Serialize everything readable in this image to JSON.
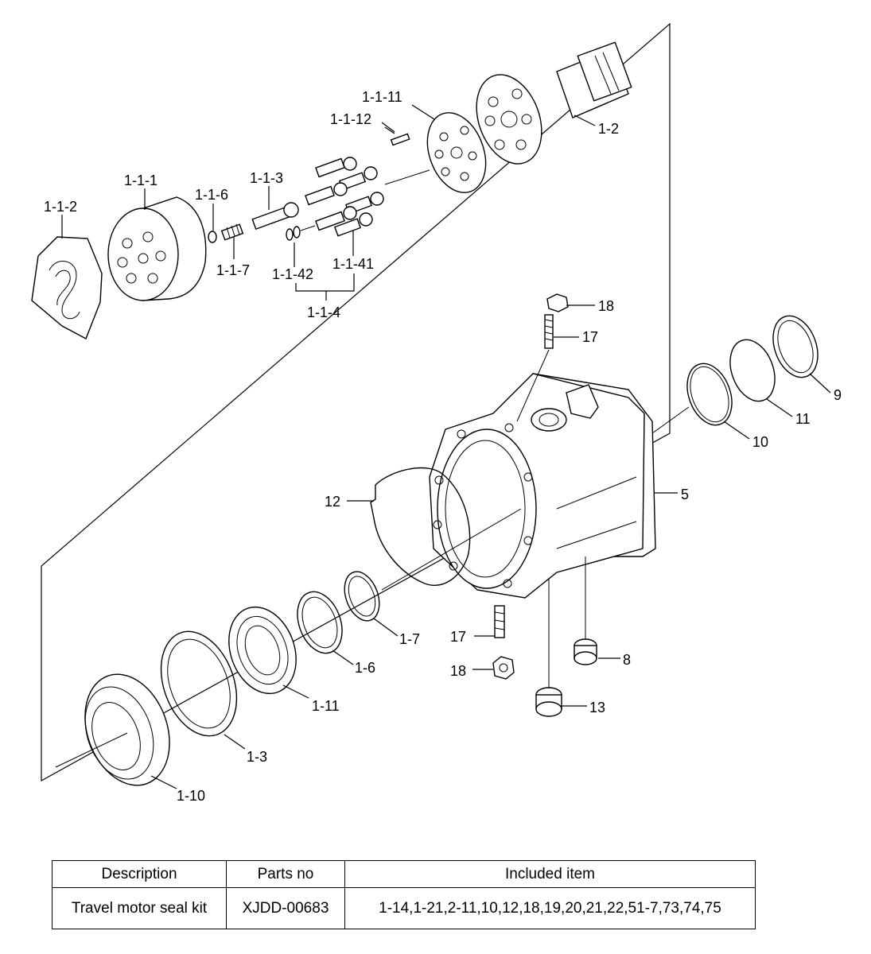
{
  "diagram": {
    "labels": {
      "l_1_1_11": "1-1-11",
      "l_1_1_12": "1-1-12",
      "l_1_2": "1-2",
      "l_1_1_1": "1-1-1",
      "l_1_1_3": "1-1-3",
      "l_1_1_6": "1-1-6",
      "l_1_1_2": "1-1-2",
      "l_1_1_7": "1-1-7",
      "l_1_1_42": "1-1-42",
      "l_1_1_41": "1-1-41",
      "l_1_1_4": "1-1-4",
      "l_18_top": "18",
      "l_17_top": "17",
      "l_9": "9",
      "l_11": "11",
      "l_10": "10",
      "l_5": "5",
      "l_12": "12",
      "l_1_7": "1-7",
      "l_17_bottom": "17",
      "l_8": "8",
      "l_1_6": "1-6",
      "l_18_bottom": "18",
      "l_1_11": "1-11",
      "l_13": "13",
      "l_1_3": "1-3",
      "l_1_10": "1-10"
    }
  },
  "table": {
    "headers": [
      "Description",
      "Parts no",
      "Included item"
    ],
    "rows": [
      [
        "Travel motor seal kit",
        "XJDD-00683",
        "1-14,1-21,2-11,10,12,18,19,20,21,22,51-7,73,74,75"
      ]
    ]
  }
}
